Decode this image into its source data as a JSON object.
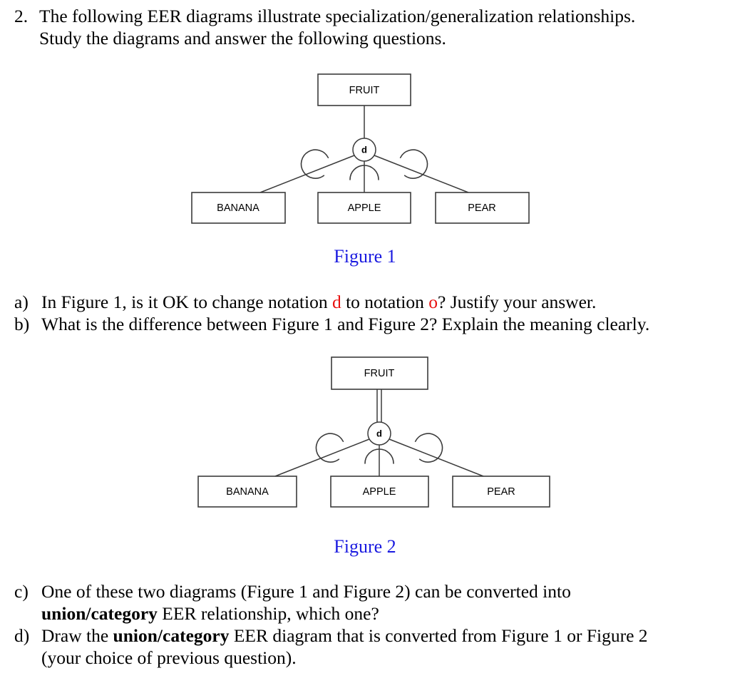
{
  "page": {
    "background": "#ffffff",
    "text_color": "#000000",
    "accent_blue": "#1a1ae0",
    "accent_red": "#e8100f",
    "diagram_stroke": "#3b3b3b"
  },
  "main_question": {
    "marker": "2.",
    "line1": "The following EER diagrams illustrate specialization/generalization relationships.",
    "line2": "Study the diagrams and answer the following questions."
  },
  "sub_questions_ab": [
    {
      "marker": "a)",
      "part1": "In Figure 1, is it OK to change notation ",
      "red1": "d",
      "part2": " to notation ",
      "red2": "o",
      "part3": "? Justify your answer."
    },
    {
      "marker": "b)",
      "part1": "What is the difference between Figure 1 and Figure 2? Explain the meaning clearly."
    }
  ],
  "sub_questions_cd": [
    {
      "marker": "c)",
      "line1_pre": "One of these two diagrams (Figure 1 and Figure 2) can be converted into",
      "line2_bold": "union/category",
      "line2_post": " EER relationship, which one?"
    },
    {
      "marker": "d)",
      "line1_pre": "Draw the ",
      "line1_bold": "union/category",
      "line1_post": " EER diagram that is converted from Figure 1 or Figure 2",
      "line2": "(your choice of previous question)."
    }
  ],
  "figures": [
    {
      "id": "figure-1",
      "caption": "Figure 1",
      "superclass": "FRUIT",
      "specialization_symbol": "d",
      "participation": "partial",
      "connector_lines": 1,
      "subclasses": [
        "BANANA",
        "APPLE",
        "PEAR"
      ]
    },
    {
      "id": "figure-2",
      "caption": "Figure 2",
      "superclass": "FRUIT",
      "specialization_symbol": "d",
      "participation": "total",
      "connector_lines": 2,
      "subclasses": [
        "BANANA",
        "APPLE",
        "PEAR"
      ]
    }
  ]
}
